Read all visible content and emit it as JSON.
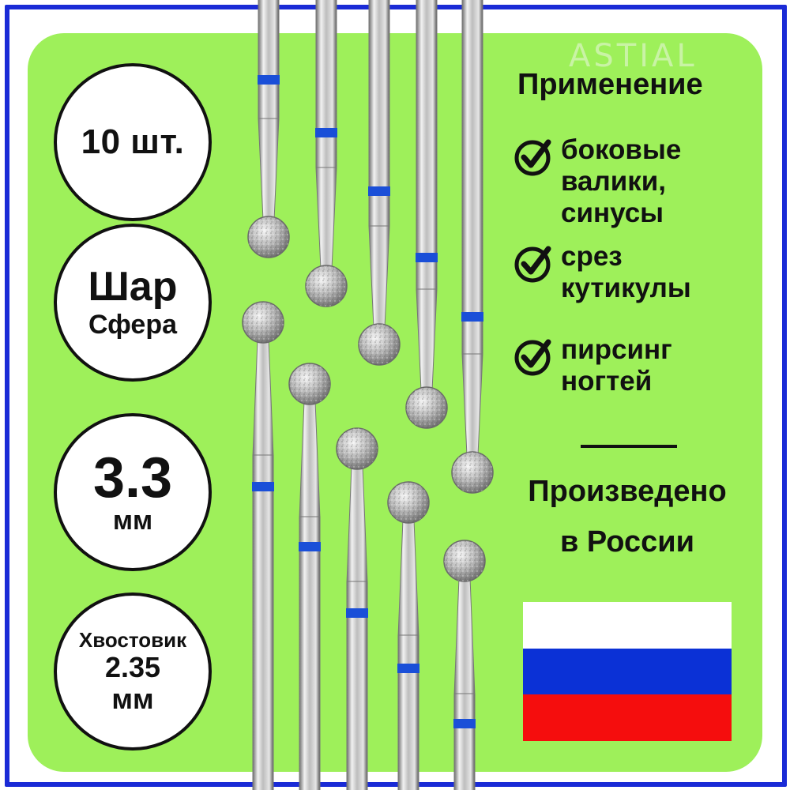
{
  "brand": {
    "watermark": "ASTIAL"
  },
  "badges": {
    "count": "10 шт.",
    "shape_primary": "Шар",
    "shape_secondary": "Сфера",
    "size_value": "3.3",
    "size_unit": "мм",
    "shank_label": "Хвостовик",
    "shank_value": "2.35",
    "shank_unit": "мм"
  },
  "usage": {
    "title": "Применение",
    "items": [
      {
        "icon": "check-circle-icon",
        "text": "боковые\nвалики,\nсинусы"
      },
      {
        "icon": "check-circle-icon",
        "text": "срез\nкутикулы"
      },
      {
        "icon": "check-circle-icon",
        "text": "пирсинг\nногтей"
      }
    ]
  },
  "origin": {
    "text": "Произведено\nв России",
    "flag_icon": "russia-flag-icon"
  },
  "colors": {
    "frame": "#1a2bd6",
    "background": "#9ef05a",
    "flag_white": "#ffffff",
    "flag_blue": "#0b31d6",
    "flag_red": "#f50d0d",
    "drill_band": "#1a4fd8"
  },
  "product": {
    "drill_count_shown": 10
  }
}
